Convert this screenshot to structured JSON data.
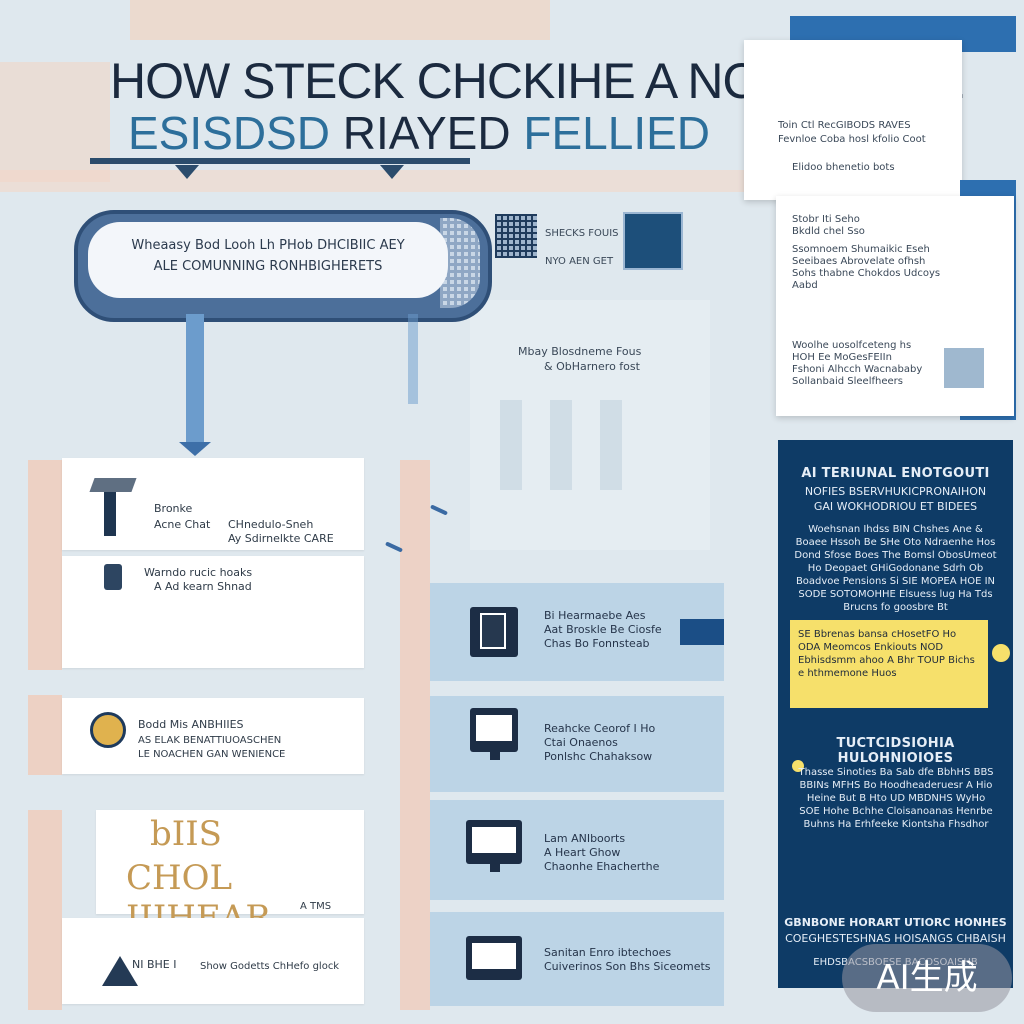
{
  "title": {
    "line1": "HOW STECK CHCKIHE A  NCBIRIE DE",
    "line2_part1": "ESISDSD",
    "line2_part2": " RIAYED ",
    "line2_part3": "FELLIED"
  },
  "banner": {
    "line1": "Wheaasy Bod  Looh  Lh  PHob  DHCIBIIC    AEY",
    "line2": "ALE  COMUNNING RONHBIGHERETS"
  },
  "top_icons": {
    "caption1": "SHECKS FOUIS",
    "caption2": "NYO  AEN  GET"
  },
  "middle_panel": {
    "line1": "Mbay Blosdneme Fous",
    "line2": "& ObHarnero fost"
  },
  "left_cards": [
    {
      "line1": "Bronke",
      "line2": "Acne  Chat",
      "line3": "CHnedulo-Sneh",
      "extra": "Ay Sdirnelkte CARE"
    },
    {
      "line1": "Warndo rucic hoaks",
      "line2": "A Ad kearn  Shnad"
    },
    {
      "line1": "Bodd Mis   ANBHIIES",
      "line2": "AS ELAK BENATTIUOASCHEN",
      "line3": "LE NOACHEN GAN WENIENCE"
    },
    {
      "gold_line1": "bIIS",
      "gold_line2": "CHOL IIIHEAR",
      "tail": "A TMS"
    },
    {
      "line1": "NI BHE I",
      "line2": "Show  Godetts  ChHefo glock"
    }
  ],
  "rows": [
    {
      "line1": "Bi Hearmaebe Aes",
      "line2": "Aat Broskle Be Ciosfe",
      "line3": "Chas Bo Fonnsteab"
    },
    {
      "line1": "Reahcke  Ceorof  I Ho",
      "line2": "Ctai  Onaenos",
      "line3": "Ponlshc Chahaksow"
    },
    {
      "line1": "Lam  ANIboorts",
      "line2": "A Heart  Ghow",
      "line3": "Chaonhe Ehacherthe"
    },
    {
      "line1": "Sanitan  Enro  ibtechoes",
      "line2": "Cuiverinos Son Bhs Siceomets"
    }
  ],
  "doc_top": {
    "head1": "Toin Ctl  RecGIBODS RAVES",
    "head2": "Fevnloe  Coba hosl kfolio Coot",
    "sub": "Elidoo   bhenetio bots"
  },
  "doc_main": {
    "p1_l1": "Stobr Iti Seho",
    "p1_l2": "Bkdld chel Sso",
    "p2_l1": "Ssomnoem Shumaikic Eseh",
    "p2_l2": "Seeibaes Abrovelate ofhsh",
    "p2_l3": "Sohs thabne Chokdos Udcoys",
    "p2_l4": "Aabd",
    "p3_l1": "Woolhe  uosolfceteng hs",
    "p3_l2": "HOH  Ee MoGesFEIIn",
    "p3_l3": "Fshoni Alhcch Wacnababy",
    "p3_l4": "Sollanbaid Sleelfheers"
  },
  "sidebar": {
    "head1": "AI TERIUNAL ENOTGOUTI",
    "head2": "NOFIES BSERVHUKICPRONAIHON",
    "head3": "GAI  WOKHODRIOU ET BIDEES",
    "para1": "Woehsnan Ihdss BIN  Chshes Ane & Boaee  Hssoh Be SHe Oto Ndraenhe Hos  Dond Sfose Boes  The Bomsl ObosUmeot Ho  Deopaet GHiGodonane Sdrh Ob Boadvoe Pensions  Si SIE MOPEA HOE IN  SODE SOTOMOHHE Elsuess lug Ha Tds Brucns fo goosbre Bt",
    "note": "SE Bbrenas bansa cHosetFO Ho ODA Meomcos Enkiouts NOD Ebhisdsmm ahoo A Bhr TOUP Bichs e hthmemone Huos",
    "head4": "TUCTCIDSIOHIA HULOHNIOIOES",
    "para2": "Thasse Sinoties  Ba Sab dfe  BbhHS  BBS BBINs MFHS   Bo  Hoodheaderuesr A Hio Heine But  B  Hto UD  MBDNHS  WyHo  SOE Hohe Bchhe Cloisanoanas Henrbe Buhns Ha Erhfeeke  Kiontsha Fhsdhor",
    "head5": "GBNBONE HORART  UTIORC HONHES",
    "head6": "COEGHESTESHNAS HOISANGS CHBAISH",
    "tail": "EHDSBACSBOESE BACOSOAISHB"
  },
  "badge": "AI生成"
}
